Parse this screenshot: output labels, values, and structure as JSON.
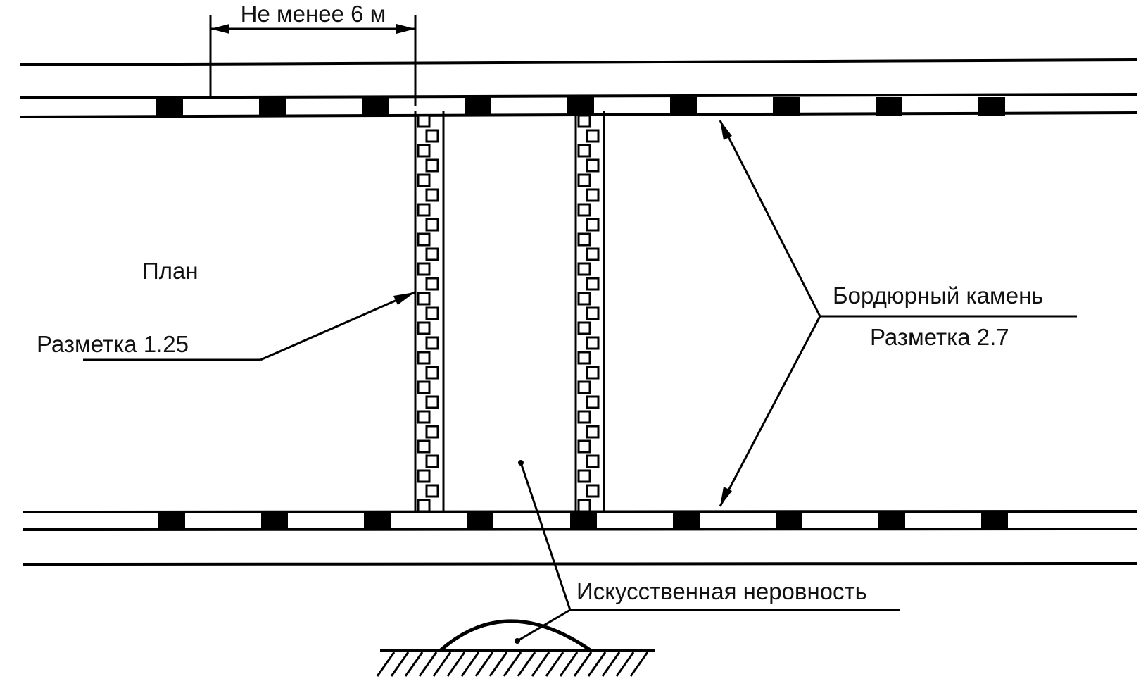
{
  "labels": {
    "distance": "Не менее 6 м",
    "plan": "План",
    "marking_125": "Разметка 1.25",
    "curb": "Бордюрный камень",
    "marking_27": "Разметка 2.7",
    "speed_bump": "Искусственная неровность"
  },
  "colors": {
    "line": "#000000",
    "background": "#ffffff"
  }
}
